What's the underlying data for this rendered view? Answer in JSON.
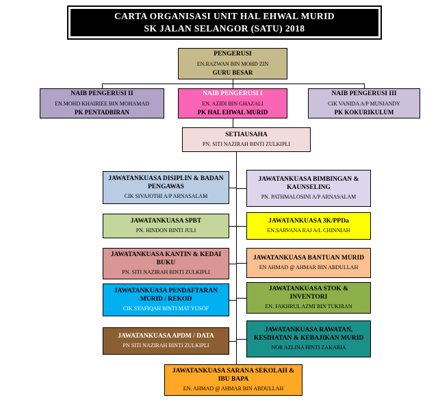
{
  "title": {
    "line1": "CARTA ORGANISASI UNIT HAL EHWAL MURID",
    "line2": "SK JALAN SELANGOR (SATU)  2018"
  },
  "nodes": {
    "pengerusi": {
      "title": "PENGERUSI",
      "name": "EN.RAZWAN BIN MOHD ZIN",
      "role": "GURU BESAR",
      "bg": "#c6ba8b"
    },
    "naib2": {
      "title": "NAIB PENGERUSI II",
      "name": "EN.MOHD KHAIRIEE  BIN MOHAMAD",
      "role": "PK PENTADBIRAN",
      "bg": "#b2a2c7"
    },
    "naib1": {
      "title": "NAIB PENGERUSI I",
      "name": "EN. AZIDI BIN GHAZALI",
      "role": "PK HAL EHWAL MURID",
      "bg": "#fa64b4",
      "title_fg": "#ffffff"
    },
    "naib3": {
      "title": "NAIB PENGERUSI III",
      "name": "CIK VANIDA  A/P MUNIANDY",
      "role": "PK KOKURIKULUM",
      "bg": "#ccc1da"
    },
    "setiausaha": {
      "title": "SETIAUSAHA",
      "name": "PN. SITI NAZIRAH  BINTI ZULKIPLI",
      "bg": "#f2dcdb"
    },
    "left": [
      {
        "title": "JAWATANKUASA DISIPLIN & BADAN PENGAWAS",
        "name": "CIK SIVAJOTHI A/P ARNASALAM",
        "bg": "#b8cce4"
      },
      {
        "title": "JAWATANKUASA SPBT",
        "name": "PN. HINDON BINTI JULI",
        "bg": "#c3d69b"
      },
      {
        "title": "JAWATANKUASA KANTIN & KEDAI BUKU",
        "name": "PN. SITI NAZIRAH  BINTI ZULKIPLI",
        "bg": "#d99694"
      },
      {
        "title": "JAWATANKUASA PENDAFTARAN MURID / REKOD",
        "name": "CIK SYAFIQAH BINTI MAT YUSOF",
        "bg": "#00b0f0",
        "name_fg": "#ffffff"
      },
      {
        "title": "JAWATANKUASA APDM / DATA",
        "name": "PN SITI NAZIRAH  BINTI ZULKIPLI",
        "bg": "#8c5f33",
        "title_fg": "#ffffff",
        "name_fg": "#ffffff"
      }
    ],
    "right": [
      {
        "title": "JAWATANKUASA BIMBINGAN & KAUNSELING",
        "name": "PN. PATHMALOSINI A/P ARNASALAM",
        "bg": "#dcd5ec"
      },
      {
        "title": "JAWATANKUASA 3K/PPDa",
        "name": "EN.SARVANA  RAJ A/L CHINNIAH",
        "bg": "#ffff00"
      },
      {
        "title": "JAWATANKUASA BANTUAN MURID",
        "name": "EN AHMAD @ AHMAR BIN ABDULLAH",
        "bg": "#fac090"
      },
      {
        "title": "JAWATANKUASA STOK & INVENTORI",
        "name": "EN. FAKHRUL AZMI BIN TUKIRAN",
        "bg": "#8db04b"
      },
      {
        "title": "JAWATANKUASA RAWATAN, KESIHATAN & KEBAJIKAN MURID",
        "name": "NOR AZLINA BINTI ZAKARIA",
        "bg": "#1a908b"
      }
    ],
    "bottom": {
      "title": "JAWATANKUASA SARANA SEKOLAH & IBU BAPA",
      "name": "EN. AHMAD  @ AHMAR  BIN ABDULLAH",
      "bg": "#ffa826"
    }
  }
}
